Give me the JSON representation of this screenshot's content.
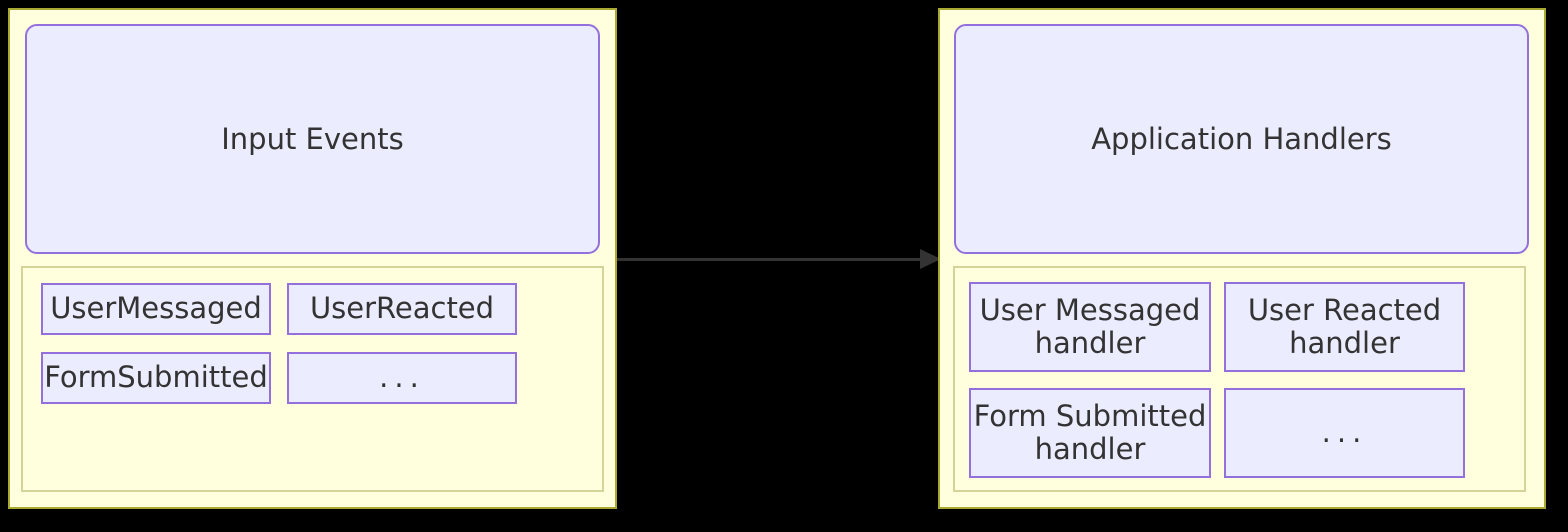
{
  "diagram": {
    "type": "flowchart",
    "background": "#000000",
    "colors": {
      "cluster_fill": "#ffffde",
      "cluster_border": "#aaaa33",
      "inner_cluster_border": "#d4d49a",
      "node_fill": "#ECECFF",
      "node_border": "#9370DB",
      "text": "#333333",
      "arrow": "#333333"
    },
    "left_group": {
      "title": "Input Events",
      "nodes": [
        "UserMessaged",
        "UserReacted",
        "FormSubmitted",
        "..."
      ]
    },
    "right_group": {
      "title": "Application Handlers",
      "nodes": [
        "User Messaged\nhandler",
        "User Reacted\nhandler",
        "Form Submitted\nhandler",
        "..."
      ]
    },
    "edge": {
      "from": "Input Events",
      "to": "Application Handlers",
      "direction": "left-to-right"
    }
  }
}
